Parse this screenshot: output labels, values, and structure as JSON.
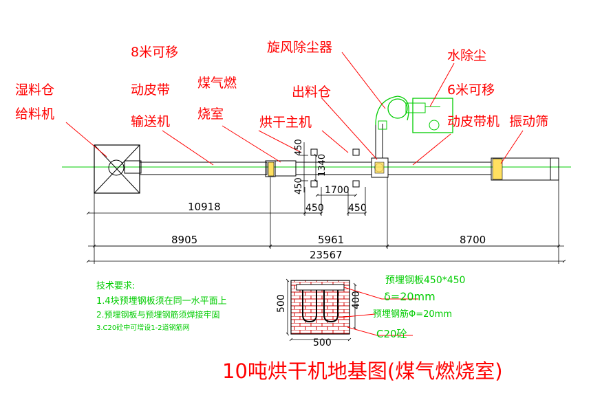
{
  "title": "10吨烘干机地基图(煤气燃烧室)",
  "labels": {
    "wet_bin": [
      "湿料仓",
      "给料机"
    ],
    "belt_8m": [
      "8米可移",
      "动皮带",
      "输送机"
    ],
    "gas_burner": [
      "煤气燃",
      "烧室"
    ],
    "cyclone": "旋风除尘器",
    "water_dust": "水除尘",
    "outlet_bin": "出料仓",
    "dryer_main": "烘干主机",
    "belt_6m": [
      "6米可移",
      "动皮带机"
    ],
    "vibrating_screen": "振动筛"
  },
  "dimensions": {
    "d450_top": "450",
    "d1340": "1340",
    "d450_bottom": "450",
    "d1700": "1700",
    "d10918": "10918",
    "d450_a": "450",
    "d450_b": "450",
    "d8905": "8905",
    "d5961": "5961",
    "d8700": "8700",
    "d23567": "23567"
  },
  "tech_notes": {
    "heading": "技术要求:",
    "items": [
      "1.4块预埋钢板须在同一水平面上",
      "2.预埋钢板与预埋钢筋须焊接牢固",
      "3.C20砼中可增设1-2道钢筋网"
    ]
  },
  "foundation_detail": {
    "plate": "预埋钢板450*450",
    "thickness": "δ=20mm",
    "rebar": "预埋钢筋Φ=20mm",
    "concrete": "C20砼",
    "width": "500",
    "height": "500",
    "inner_height": "400"
  },
  "colors": {
    "red": "#ff0000",
    "blue": "#0000ff",
    "green": "#00cc00",
    "black": "#000000"
  }
}
